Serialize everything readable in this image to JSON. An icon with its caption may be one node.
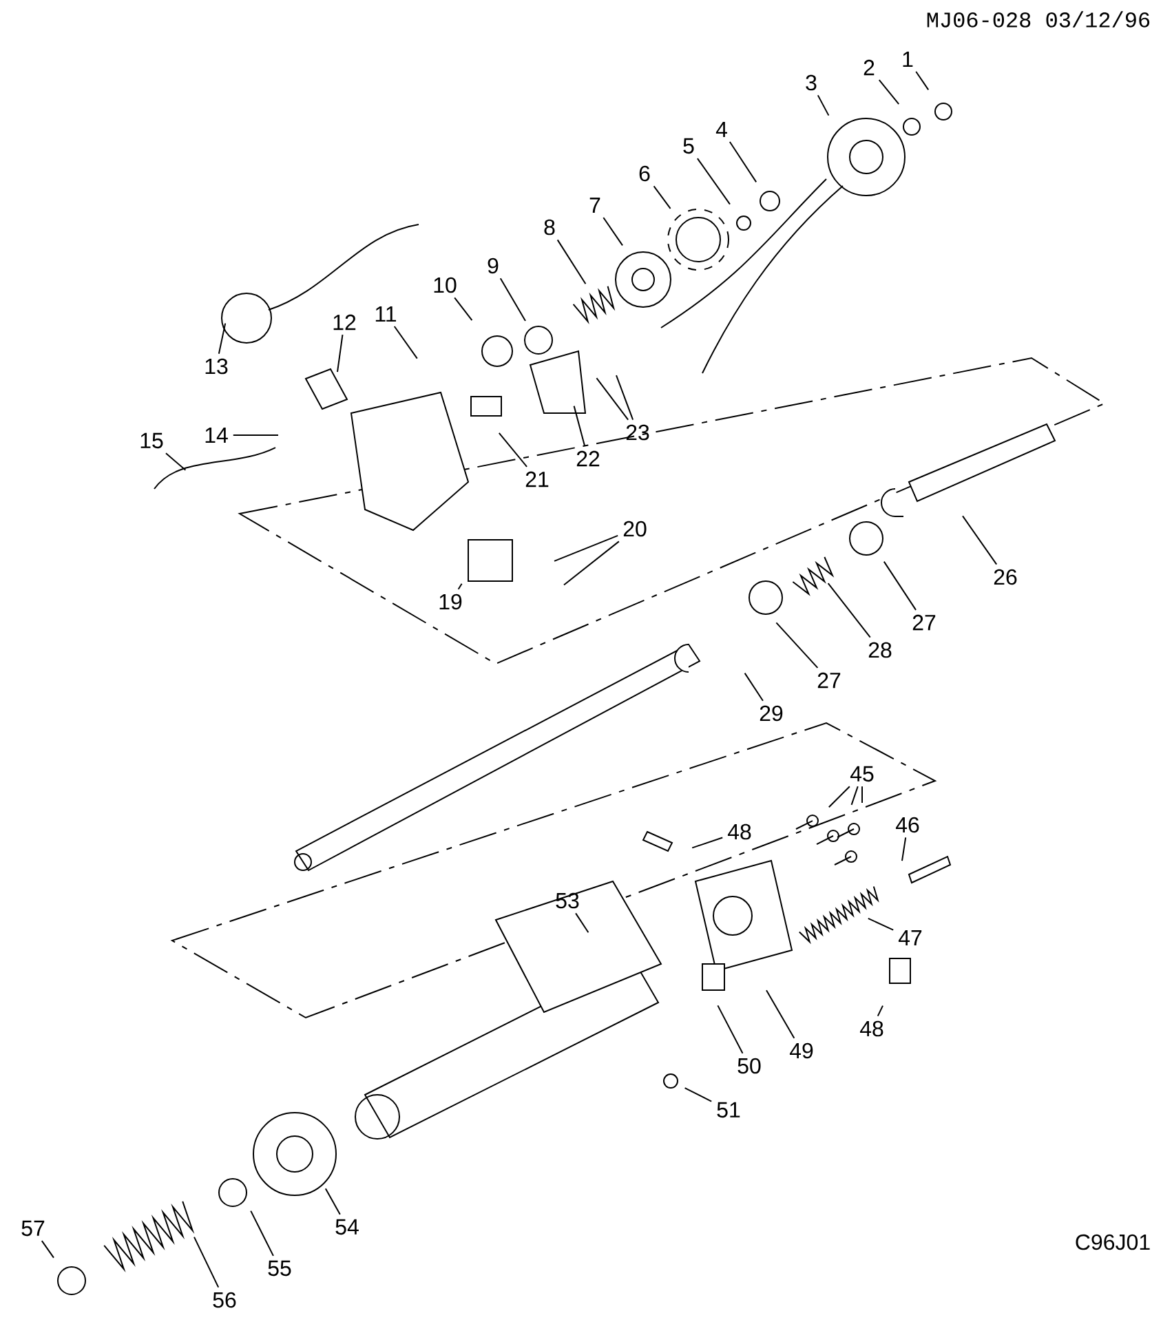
{
  "diagram": {
    "nodes": [
      {
        "text": [
          "1"
        ]
      },
      {
        "text": [
          "2"
        ]
      },
      {
        "text": [
          "3"
        ]
      },
      {
        "text": [
          "4"
        ]
      },
      {
        "text": [
          "5"
        ]
      },
      {
        "text": [
          "6"
        ]
      },
      {
        "text": [
          "7"
        ]
      },
      {
        "text": [
          "8"
        ]
      },
      {
        "text": [
          "9"
        ]
      },
      {
        "text": [
          "10"
        ]
      },
      {
        "text": [
          "11"
        ]
      },
      {
        "text": [
          "12"
        ]
      },
      {
        "text": [
          "13"
        ]
      },
      {
        "text": [
          "14"
        ]
      },
      {
        "text": [
          "15"
        ]
      },
      {
        "text": [
          "19"
        ]
      },
      {
        "text": [
          "20"
        ]
      },
      {
        "text": [
          "21"
        ]
      },
      {
        "text": [
          "22"
        ]
      },
      {
        "text": [
          "23"
        ]
      },
      {
        "text": [
          "26"
        ]
      },
      {
        "text": [
          "27"
        ]
      },
      {
        "text": [
          "28"
        ]
      },
      {
        "text": [
          "27"
        ]
      },
      {
        "text": [
          "29"
        ]
      },
      {
        "text": [
          "45"
        ]
      },
      {
        "text": [
          "46"
        ]
      },
      {
        "text": [
          "47"
        ]
      },
      {
        "text": [
          "48"
        ]
      },
      {
        "text": [
          "48"
        ]
      },
      {
        "text": [
          "49"
        ]
      },
      {
        "text": [
          "50"
        ]
      },
      {
        "text": [
          "51"
        ]
      },
      {
        "text": [
          "53"
        ]
      },
      {
        "text": [
          "54"
        ]
      },
      {
        "text": [
          "55"
        ]
      },
      {
        "text": [
          "56"
        ]
      },
      {
        "text": [
          "57"
        ]
      }
    ],
    "edges": [
      {
        "from": 0,
        "to": null,
        "arrow": "none"
      },
      {
        "from": 1,
        "to": null,
        "arrow": "none"
      },
      {
        "from": 2,
        "to": null,
        "arrow": "none"
      },
      {
        "from": 3,
        "to": null,
        "arrow": "none"
      },
      {
        "from": 4,
        "to": null,
        "arrow": "none"
      },
      {
        "from": 5,
        "to": null,
        "arrow": "none"
      },
      {
        "from": 6,
        "to": null,
        "arrow": "none"
      },
      {
        "from": 7,
        "to": null,
        "arrow": "none"
      },
      {
        "from": 8,
        "to": null,
        "arrow": "none"
      },
      {
        "from": 9,
        "to": null,
        "arrow": "none"
      },
      {
        "from": 10,
        "to": null,
        "arrow": "none"
      },
      {
        "from": 11,
        "to": null,
        "arrow": "none"
      },
      {
        "from": 12,
        "to": null,
        "arrow": "none"
      },
      {
        "from": 13,
        "to": null,
        "arrow": "none"
      },
      {
        "from": 14,
        "to": null,
        "arrow": "none"
      },
      {
        "from": 15,
        "to": null,
        "arrow": "none"
      },
      {
        "from": 16,
        "to": null,
        "arrow": "none"
      },
      {
        "from": 16,
        "to": null,
        "arrow": "none"
      },
      {
        "from": 17,
        "to": null,
        "arrow": "none"
      },
      {
        "from": 18,
        "to": null,
        "arrow": "none"
      },
      {
        "from": 19,
        "to": null,
        "arrow": "none"
      },
      {
        "from": 19,
        "to": null,
        "arrow": "none"
      },
      {
        "from": 20,
        "to": null,
        "arrow": "none"
      },
      {
        "from": 21,
        "to": null,
        "arrow": "none"
      },
      {
        "from": 22,
        "to": null,
        "arrow": "none"
      },
      {
        "from": 23,
        "to": null,
        "arrow": "none"
      },
      {
        "from": 24,
        "to": null,
        "arrow": "none"
      },
      {
        "from": 25,
        "to": null,
        "arrow": "none"
      },
      {
        "from": 25,
        "to": null,
        "arrow": "none"
      },
      {
        "from": 25,
        "to": null,
        "arrow": "none"
      },
      {
        "from": 26,
        "to": null,
        "arrow": "none"
      },
      {
        "from": 27,
        "to": null,
        "arrow": "none"
      },
      {
        "from": 28,
        "to": null,
        "arrow": "none"
      },
      {
        "from": 29,
        "to": null,
        "arrow": "none"
      },
      {
        "from": 30,
        "to": null,
        "arrow": "none"
      },
      {
        "from": 31,
        "to": null,
        "arrow": "none"
      },
      {
        "from": 32,
        "to": null,
        "arrow": "none"
      },
      {
        "from": 33,
        "to": null,
        "arrow": "none"
      },
      {
        "from": 34,
        "to": null,
        "arrow": "none"
      },
      {
        "from": 35,
        "to": null,
        "arrow": "none"
      },
      {
        "from": 36,
        "to": null,
        "arrow": "none"
      },
      {
        "from": 37,
        "to": null,
        "arrow": "none"
      }
    ],
    "labels": [
      "MJ06-028 03/12/96",
      "C96J01"
    ]
  }
}
